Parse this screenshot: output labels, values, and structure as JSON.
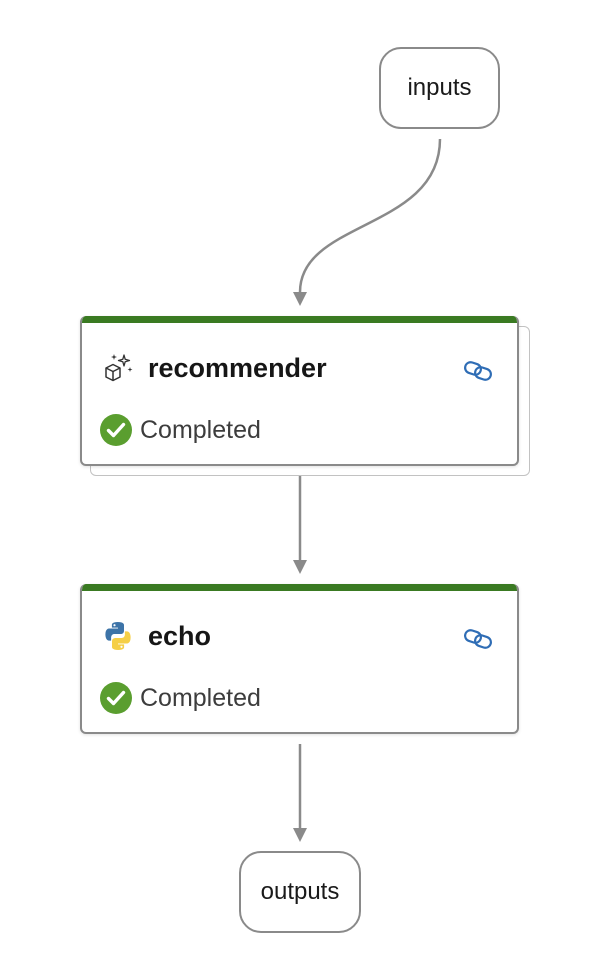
{
  "graph": {
    "inputs_label": "inputs",
    "outputs_label": "outputs",
    "nodes": [
      {
        "name": "recommender",
        "status": "Completed",
        "icon": "sparkle-cube-icon"
      },
      {
        "name": "echo",
        "status": "Completed",
        "icon": "python-icon"
      }
    ]
  },
  "colors": {
    "completed_bar": "#3a7a22",
    "completed_check": "#5a9e2f",
    "link_icon": "#2f6db5",
    "edge": "#8a8a8a"
  }
}
